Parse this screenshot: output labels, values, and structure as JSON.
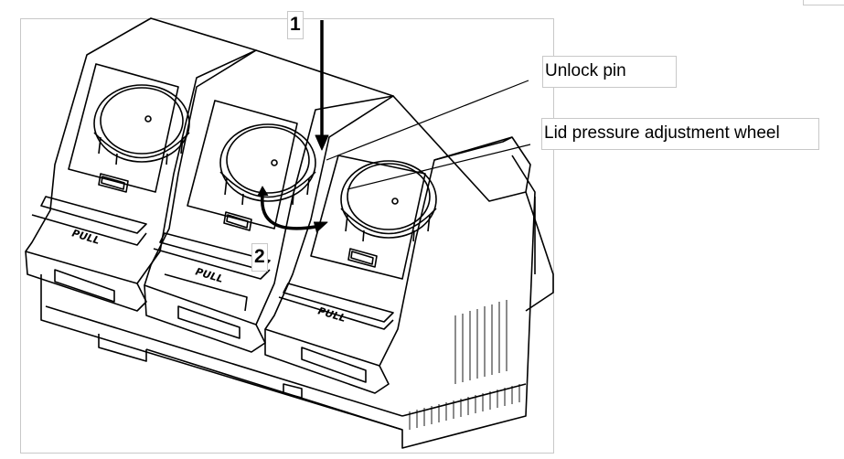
{
  "labels": {
    "unlock_pin": "Unlock pin",
    "lid_pressure_wheel": "Lid pressure adjustment wheel"
  },
  "steps": {
    "step1": "1",
    "step2": "2"
  },
  "modules": {
    "pull_label": "PULL"
  }
}
